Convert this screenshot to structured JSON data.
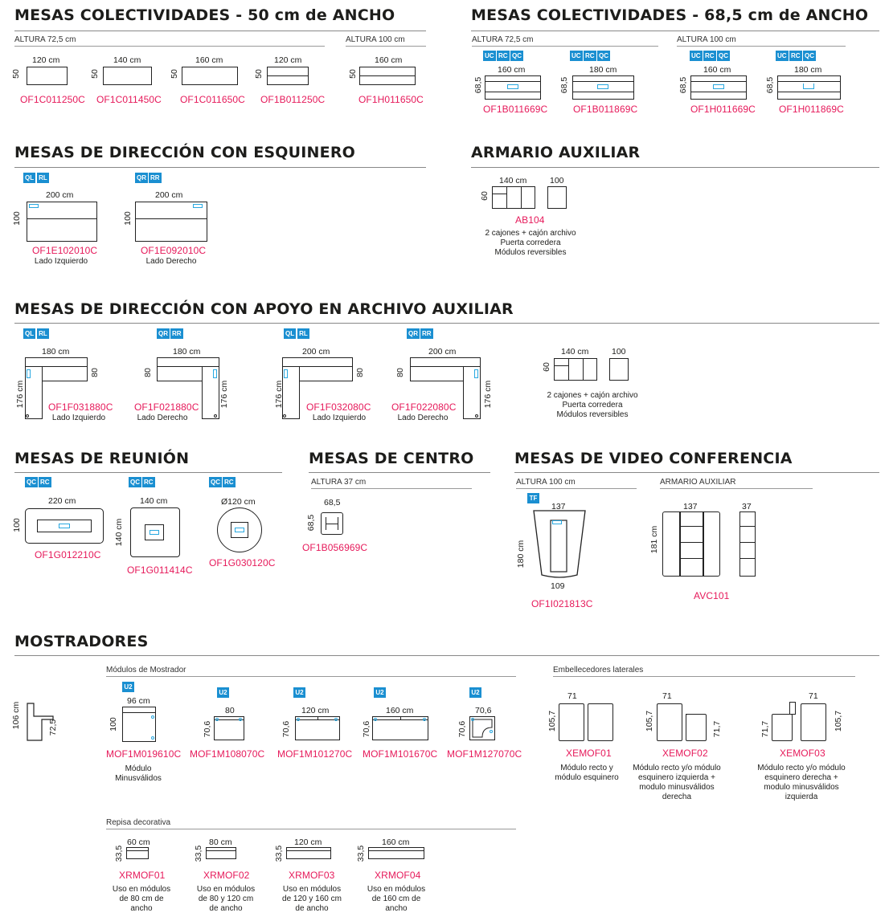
{
  "s1": {
    "title": "MESAS COLECTIVIDADES - 50 cm de ANCHO",
    "sub_a": "ALTURA 72,5 cm",
    "sub_b": "ALTURA 100 cm",
    "items": [
      {
        "w": "120 cm",
        "d": "50",
        "code": "OF1C011250C"
      },
      {
        "w": "140 cm",
        "d": "50",
        "code": "OF1C011450C"
      },
      {
        "w": "160 cm",
        "d": "50",
        "code": "OF1C011650C"
      },
      {
        "w": "120 cm",
        "d": "50",
        "code": "OF1B011250C"
      },
      {
        "w": "160 cm",
        "d": "50",
        "code": "OF1H011650C"
      }
    ]
  },
  "s2": {
    "title": "MESAS COLECTIVIDADES - 68,5 cm de ANCHO",
    "sub_a": "ALTURA 72,5 cm",
    "sub_b": "ALTURA 100 cm",
    "badges": [
      "UC",
      "RC",
      "QC"
    ],
    "items": [
      {
        "w": "160 cm",
        "d": "68,5",
        "code": "OF1B011669C"
      },
      {
        "w": "180 cm",
        "d": "68,5",
        "code": "OF1B011869C"
      },
      {
        "w": "160 cm",
        "d": "68,5",
        "code": "OF1H011669C"
      },
      {
        "w": "180 cm",
        "d": "68,5",
        "code": "OF1H011869C"
      }
    ]
  },
  "s3": {
    "title": "MESAS DE DIRECCIÓN CON ESQUINERO",
    "items": [
      {
        "badges": [
          "QL",
          "RL"
        ],
        "w": "200 cm",
        "d": "100",
        "code": "OF1E102010C",
        "side": "Lado Izquierdo"
      },
      {
        "badges": [
          "QR",
          "RR"
        ],
        "w": "200 cm",
        "d": "100",
        "code": "OF1E092010C",
        "side": "Lado Derecho"
      }
    ]
  },
  "s4": {
    "title": "ARMARIO AUXILIAR",
    "w1": "140 cm",
    "w2": "100",
    "d": "60",
    "code": "AB104",
    "desc": [
      "2 cajones + cajón archivo",
      "Puerta corredera",
      "Módulos reversibles"
    ]
  },
  "s5": {
    "title": "MESAS DE DIRECCIÓN CON APOYO EN ARCHIVO AUXILIAR",
    "items": [
      {
        "badges": [
          "QL",
          "RL"
        ],
        "w": "180 cm",
        "d": "176 cm",
        "d2": "80",
        "code": "OF1F031880C",
        "side": "Lado Izquierdo"
      },
      {
        "badges": [
          "QR",
          "RR"
        ],
        "w": "180 cm",
        "d": "176 cm",
        "d2": "80",
        "code": "OF1F021880C",
        "side": "Lado Derecho"
      },
      {
        "badges": [
          "QL",
          "RL"
        ],
        "w": "200 cm",
        "d": "176 cm",
        "d2": "80",
        "code": "OF1F032080C",
        "side": "Lado Izquierdo"
      },
      {
        "badges": [
          "QR",
          "RR"
        ],
        "w": "200 cm",
        "d": "176 cm",
        "d2": "80",
        "code": "OF1F022080C",
        "side": "Lado Derecho"
      }
    ],
    "aux": {
      "w1": "140 cm",
      "w2": "100",
      "d": "60",
      "desc": [
        "2 cajones + cajón archivo",
        "Puerta corredera",
        "Módulos reversibles"
      ]
    }
  },
  "s6": {
    "title": "MESAS DE REUNIÓN",
    "badges": [
      "QC",
      "RC"
    ],
    "items": [
      {
        "w": "220 cm",
        "d": "100",
        "code": "OF1G012210C"
      },
      {
        "w": "140 cm",
        "d": "140 cm",
        "code": "OF1G011414C"
      },
      {
        "w": "Ø120 cm",
        "code": "OF1G030120C"
      }
    ]
  },
  "s7": {
    "title": "MESAS DE CENTRO",
    "sub": "ALTURA 37 cm",
    "w": "68,5",
    "d": "68,5",
    "code": "OF1B056969C"
  },
  "s8": {
    "title": "MESAS DE VIDEO CONFERENCIA",
    "sub_a": "ALTURA 100 cm",
    "sub_b": "ARMARIO AUXILIAR",
    "badge": "TF",
    "top": "137",
    "bottom": "109",
    "d": "180 cm",
    "code": "OF1I021813C",
    "cab": {
      "w": "137",
      "w2": "37",
      "h": "181 cm",
      "code": "AVC101"
    }
  },
  "s9": {
    "title": "MOSTRADORES",
    "side": {
      "h1": "106 cm",
      "h2": "72,5"
    },
    "sub_a": "Módulos de Mostrador",
    "sub_b": "Embellecedores laterales",
    "sub_c": "Repisa decorativa",
    "badge": "U2",
    "modules": [
      {
        "w": "96 cm",
        "d": "100",
        "code": "MOF1M019610C",
        "desc": [
          "Módulo",
          "Minusválidos"
        ]
      },
      {
        "w": "80",
        "d": "70,6",
        "code": "MOF1M108070C"
      },
      {
        "w": "120 cm",
        "d": "70,6",
        "code": "MOF1M101270C"
      },
      {
        "w": "160 cm",
        "d": "70,6",
        "code": "MOF1M101670C"
      },
      {
        "w": "70,6",
        "d": "70,6",
        "code": "MOF1M127070C"
      }
    ],
    "emb": [
      {
        "w": "71",
        "h": "105,7",
        "code": "XEMOF01",
        "desc": [
          "Módulo recto y",
          "módulo esquinero"
        ]
      },
      {
        "w": "71",
        "h": "105,7",
        "h2": "71,7",
        "code": "XEMOF02",
        "desc": [
          "Módulo recto y/o módulo",
          "esquinero izquierda +",
          "modulo minusválidos",
          "derecha"
        ]
      },
      {
        "w": "71",
        "h": "105,7",
        "h2": "71,7",
        "code": "XEMOF03",
        "desc": [
          "Módulo recto y/o módulo",
          "esquinero derecha +",
          "modulo minusválidos",
          "izquierda"
        ]
      }
    ],
    "repisas": [
      {
        "w": "60 cm",
        "d": "33,5",
        "code": "XRMOF01",
        "desc": [
          "Uso en módulos",
          "de 80 cm de",
          "ancho"
        ]
      },
      {
        "w": "80 cm",
        "d": "33,5",
        "code": "XRMOF02",
        "desc": [
          "Uso en módulos",
          "de 80 y 120 cm",
          "de ancho"
        ]
      },
      {
        "w": "120 cm",
        "d": "33,5",
        "code": "XRMOF03",
        "desc": [
          "Uso en módulos",
          "de 120 y 160 cm",
          "de ancho"
        ]
      },
      {
        "w": "160 cm",
        "d": "33,5",
        "code": "XRMOF04",
        "desc": [
          "Uso en módulos",
          "de 160 cm de",
          "ancho"
        ]
      }
    ]
  }
}
